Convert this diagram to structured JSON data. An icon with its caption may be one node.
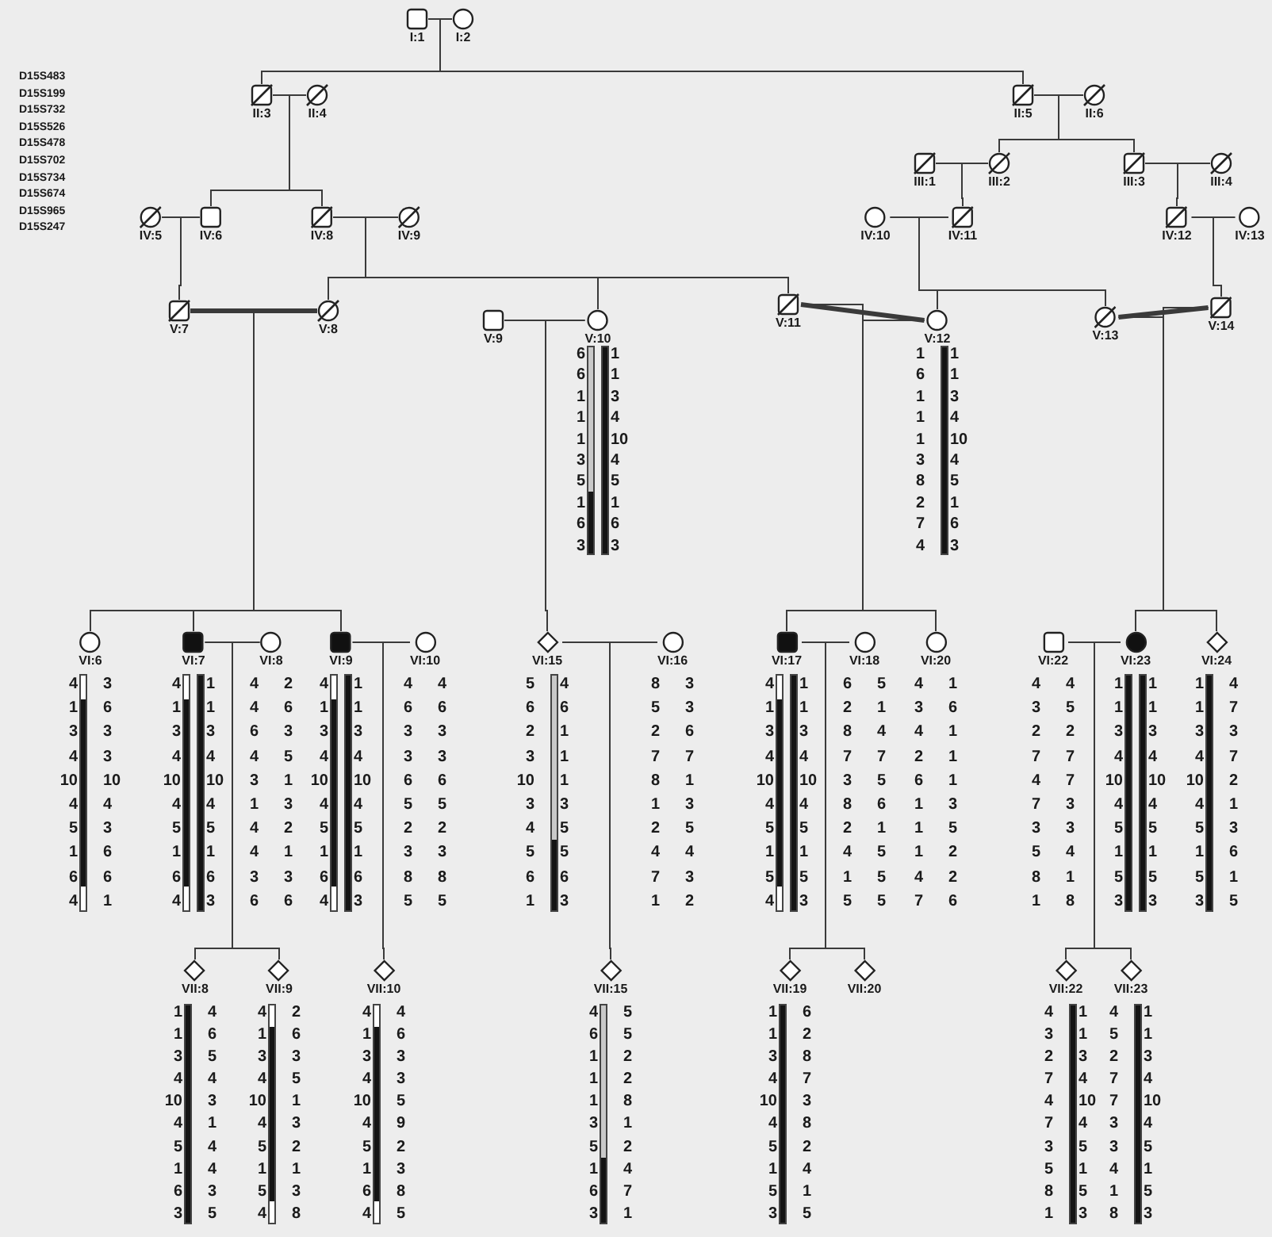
{
  "diagram": {
    "nodes": [
      {
        "text": [
          "I:1"
        ]
      },
      {
        "text": [
          "I:2"
        ]
      },
      {
        "text": [
          "II:3"
        ]
      },
      {
        "text": [
          "II:4"
        ]
      },
      {
        "text": [
          "II:5"
        ]
      },
      {
        "text": [
          "II:6"
        ]
      },
      {
        "text": [
          "III:1"
        ]
      },
      {
        "text": [
          "III:2"
        ]
      },
      {
        "text": [
          "III:3"
        ]
      },
      {
        "text": [
          "III:4"
        ]
      },
      {
        "text": [
          "IV:5"
        ]
      },
      {
        "text": [
          "IV:6"
        ]
      },
      {
        "text": [
          "IV:8"
        ]
      },
      {
        "text": [
          "IV:9"
        ]
      },
      {
        "text": [
          "IV:10"
        ]
      },
      {
        "text": [
          "IV:11"
        ]
      },
      {
        "text": [
          "IV:12"
        ]
      },
      {
        "text": [
          "IV:13"
        ]
      },
      {
        "text": [
          "V:7"
        ]
      },
      {
        "text": [
          "V:8"
        ]
      },
      {
        "text": [
          "V:9"
        ]
      },
      {
        "text": [
          "V:10"
        ],
        "beside": [
          "6 6 1 1 1 3 5 1 6 3",
          "1 1 3 4 10 4 5 1 6 3"
        ]
      },
      {
        "text": [
          "V:11"
        ]
      },
      {
        "text": [
          "V:12"
        ],
        "beside": [
          "1 6 1 1 1 3 8 2 7 4",
          "1 1 3 4 10 4 5 1 6 3"
        ]
      },
      {
        "text": [
          "V:13"
        ]
      },
      {
        "text": [
          "V:14"
        ]
      },
      {
        "text": [
          "VI:6"
        ],
        "beside": [
          "4 1 3 4 10 4 5 1 6 4",
          "3 6 3 3 10 4 3 6 6 1"
        ]
      },
      {
        "text": [
          "VI:7"
        ],
        "beside": [
          "4 1 3 4 10 4 5 1 6 4",
          "1 1 3 4 10 4 5 1 6 3"
        ]
      },
      {
        "text": [
          "VI:8"
        ],
        "beside": [
          "4 4 6 4 3 1 4 4 3 6",
          "2 6 3 5 1 3 2 1 3 6"
        ]
      },
      {
        "text": [
          "VI:9"
        ],
        "beside": [
          "4 1 3 4 10 4 5 1 6 4",
          "1 1 3 4 10 4 5 1 6 3"
        ]
      },
      {
        "text": [
          "VI:10"
        ],
        "beside": [
          "4 6 3 3 6 5 2 3 8 5",
          "4 6 3 3 6 5 2 3 8 5"
        ]
      },
      {
        "text": [
          "VI:15"
        ],
        "beside": [
          "5 6 2 3 10 3 4 5 6 1",
          "4 6 1 1 1 3 5 5 6 3"
        ]
      },
      {
        "text": [
          "VI:16"
        ],
        "beside": [
          "8 5 2 7 8 1 2 4 7 1",
          "3 3 6 7 1 3 5 4 3 2"
        ]
      },
      {
        "text": [
          "VI:17"
        ],
        "beside": [
          "4 1 3 4 10 4 5 1 5 4",
          "1 1 3 4 10 4 5 1 5 3"
        ]
      },
      {
        "text": [
          "VI:18"
        ],
        "beside": [
          "6 2 8 7 3 8 2 4 1 5",
          "5 1 4 7 5 6 1 5 5 5"
        ]
      },
      {
        "text": [
          "VI:20"
        ],
        "beside": [
          "4 3 4 2 6 1 1 1 4 7",
          "1 6 1 1 1 3 5 2 2 6"
        ]
      },
      {
        "text": [
          "VI:22"
        ],
        "beside": [
          "4 3 2 7 4 7 3 5 8 1",
          "4 5 2 7 7 3 3 4 1 8"
        ]
      },
      {
        "text": [
          "VI:23"
        ],
        "beside": [
          "1 1 3 4 10 4 5 1 5 3",
          "1 1 3 4 10 4 5 1 5 3"
        ]
      },
      {
        "text": [
          "VI:24"
        ],
        "beside": [
          "1 1 3 4 10 4 5 1 5 3",
          "4 7 3 7 2 1 3 6 1 5"
        ]
      },
      {
        "text": [
          "VII:8"
        ],
        "beside": [
          "1 1 3 4 10 4 5 1 6 3",
          "4 6 5 4 3 1 4 4 3 5"
        ]
      },
      {
        "text": [
          "VII:9"
        ],
        "beside": [
          "4 1 3 4 10 4 5 1 5 4",
          "2 6 3 5 1 3 2 1 3 8"
        ]
      },
      {
        "text": [
          "VII:10"
        ],
        "beside": [
          "4 1 3 4 10 4 5 1 6 4",
          "4 6 3 3 5 9 2 3 8 5"
        ]
      },
      {
        "text": [
          "VII:15"
        ],
        "beside": [
          "4 6 1 1 1 3 5 1 6 3",
          "5 5 2 2 8 1 2 4 7 1"
        ]
      },
      {
        "text": [
          "VII:19"
        ],
        "beside": [
          "1 1 3 4 10 4 5 1 5 3",
          "6 2 8 7 3 8 2 4 1 5"
        ]
      },
      {
        "text": [
          "VII:20"
        ]
      },
      {
        "text": [
          "VII:22"
        ],
        "beside": [
          "4 3 2 7 4 7 3 5 8 1",
          "1 1 3 4 10 4 5 1 5 3"
        ]
      },
      {
        "text": [
          "VII:23"
        ],
        "beside": [
          "4 5 2 7 7 3 3 4 1 8",
          "1 1 3 4 10 4 5 1 5 3"
        ]
      }
    ],
    "edges": [
      {
        "from": 0,
        "to": 1,
        "arrow": "none"
      },
      {
        "from": 0,
        "to": 2,
        "arrow": "none"
      },
      {
        "from": 1,
        "to": 2,
        "arrow": "none"
      },
      {
        "from": 0,
        "to": 4,
        "arrow": "none"
      },
      {
        "from": 1,
        "to": 4,
        "arrow": "none"
      },
      {
        "from": 2,
        "to": 3,
        "arrow": "none"
      },
      {
        "from": 2,
        "to": 11,
        "arrow": "none"
      },
      {
        "from": 3,
        "to": 11,
        "arrow": "none"
      },
      {
        "from": 2,
        "to": 12,
        "arrow": "none"
      },
      {
        "from": 3,
        "to": 12,
        "arrow": "none"
      },
      {
        "from": 4,
        "to": 5,
        "arrow": "none"
      },
      {
        "from": 4,
        "to": 7,
        "arrow": "none"
      },
      {
        "from": 5,
        "to": 7,
        "arrow": "none"
      },
      {
        "from": 4,
        "to": 8,
        "arrow": "none"
      },
      {
        "from": 5,
        "to": 8,
        "arrow": "none"
      },
      {
        "from": 6,
        "to": 7,
        "arrow": "none"
      },
      {
        "from": 6,
        "to": 15,
        "arrow": "none"
      },
      {
        "from": 7,
        "to": 15,
        "arrow": "none"
      },
      {
        "from": 8,
        "to": 9,
        "arrow": "none"
      },
      {
        "from": 8,
        "to": 16,
        "arrow": "none"
      },
      {
        "from": 9,
        "to": 16,
        "arrow": "none"
      },
      {
        "from": 10,
        "to": 11,
        "arrow": "none"
      },
      {
        "from": 10,
        "to": 18,
        "arrow": "none"
      },
      {
        "from": 11,
        "to": 18,
        "arrow": "none"
      },
      {
        "from": 12,
        "to": 13,
        "arrow": "none"
      },
      {
        "from": 12,
        "to": 19,
        "arrow": "none"
      },
      {
        "from": 13,
        "to": 19,
        "arrow": "none"
      },
      {
        "from": 12,
        "to": 21,
        "arrow": "none"
      },
      {
        "from": 13,
        "to": 21,
        "arrow": "none"
      },
      {
        "from": 12,
        "to": 22,
        "arrow": "none"
      },
      {
        "from": 13,
        "to": 22,
        "arrow": "none"
      },
      {
        "from": 14,
        "to": 15,
        "arrow": "none"
      },
      {
        "from": 14,
        "to": 23,
        "arrow": "none"
      },
      {
        "from": 15,
        "to": 23,
        "arrow": "none"
      },
      {
        "from": 14,
        "to": 24,
        "arrow": "none"
      },
      {
        "from": 15,
        "to": 24,
        "arrow": "none"
      },
      {
        "from": 16,
        "to": 17,
        "arrow": "none"
      },
      {
        "from": 16,
        "to": 25,
        "arrow": "none"
      },
      {
        "from": 17,
        "to": 25,
        "arrow": "none"
      },
      {
        "from": 18,
        "to": 19,
        "arrow": "none",
        "style": "thick"
      },
      {
        "from": 18,
        "to": 26,
        "arrow": "none"
      },
      {
        "from": 19,
        "to": 26,
        "arrow": "none"
      },
      {
        "from": 18,
        "to": 27,
        "arrow": "none"
      },
      {
        "from": 19,
        "to": 27,
        "arrow": "none"
      },
      {
        "from": 18,
        "to": 29,
        "arrow": "none"
      },
      {
        "from": 19,
        "to": 29,
        "arrow": "none"
      },
      {
        "from": 20,
        "to": 21,
        "arrow": "none"
      },
      {
        "from": 20,
        "to": 31,
        "arrow": "none"
      },
      {
        "from": 21,
        "to": 31,
        "arrow": "none"
      },
      {
        "from": 22,
        "to": 23,
        "arrow": "none",
        "style": "thick"
      },
      {
        "from": 22,
        "to": 33,
        "arrow": "none"
      },
      {
        "from": 23,
        "to": 33,
        "arrow": "none"
      },
      {
        "from": 22,
        "to": 35,
        "arrow": "none"
      },
      {
        "from": 23,
        "to": 35,
        "arrow": "none"
      },
      {
        "from": 24,
        "to": 25,
        "arrow": "none",
        "style": "thick"
      },
      {
        "from": 24,
        "to": 37,
        "arrow": "none"
      },
      {
        "from": 25,
        "to": 37,
        "arrow": "none"
      },
      {
        "from": 24,
        "to": 38,
        "arrow": "none"
      },
      {
        "from": 25,
        "to": 38,
        "arrow": "none"
      },
      {
        "from": 27,
        "to": 28,
        "arrow": "none"
      },
      {
        "from": 27,
        "to": 39,
        "arrow": "none"
      },
      {
        "from": 28,
        "to": 39,
        "arrow": "none"
      },
      {
        "from": 27,
        "to": 40,
        "arrow": "none"
      },
      {
        "from": 28,
        "to": 40,
        "arrow": "none"
      },
      {
        "from": 29,
        "to": 30,
        "arrow": "none"
      },
      {
        "from": 29,
        "to": 41,
        "arrow": "none"
      },
      {
        "from": 30,
        "to": 41,
        "arrow": "none"
      },
      {
        "from": 31,
        "to": 32,
        "arrow": "none"
      },
      {
        "from": 31,
        "to": 42,
        "arrow": "none"
      },
      {
        "from": 32,
        "to": 42,
        "arrow": "none"
      },
      {
        "from": 33,
        "to": 34,
        "arrow": "none"
      },
      {
        "from": 33,
        "to": 43,
        "arrow": "none"
      },
      {
        "from": 34,
        "to": 43,
        "arrow": "none"
      },
      {
        "from": 33,
        "to": 44,
        "arrow": "none"
      },
      {
        "from": 34,
        "to": 44,
        "arrow": "none"
      },
      {
        "from": 36,
        "to": 37,
        "arrow": "none"
      },
      {
        "from": 36,
        "to": 45,
        "arrow": "none"
      },
      {
        "from": 37,
        "to": 45,
        "arrow": "none"
      },
      {
        "from": 36,
        "to": 46,
        "arrow": "none"
      },
      {
        "from": 37,
        "to": 46,
        "arrow": "none"
      }
    ],
    "labels": [
      "D15S483",
      "D15S199",
      "D15S732",
      "D15S526",
      "D15S478",
      "D15S702",
      "D15S734",
      "D15S674",
      "D15S965",
      "D15S247"
    ]
  }
}
